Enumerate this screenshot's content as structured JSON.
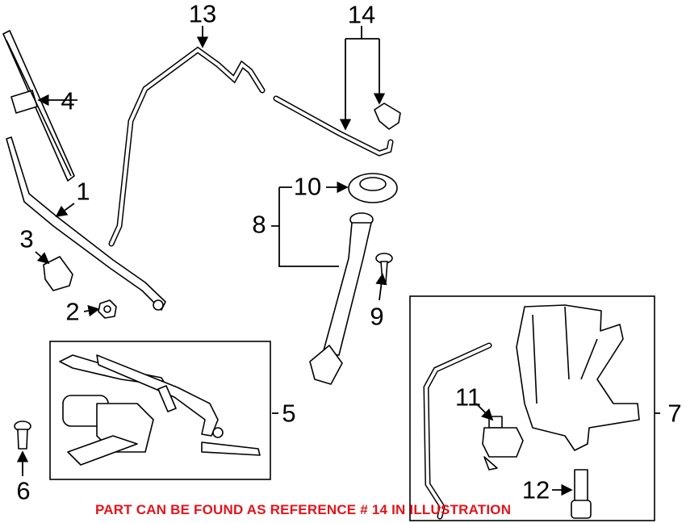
{
  "diagram": {
    "title": "Windshield wiper and washer system parts diagram",
    "callouts": [
      {
        "id": "1",
        "label": "1"
      },
      {
        "id": "2",
        "label": "2"
      },
      {
        "id": "3",
        "label": "3"
      },
      {
        "id": "4",
        "label": "4"
      },
      {
        "id": "5",
        "label": "5"
      },
      {
        "id": "6",
        "label": "6"
      },
      {
        "id": "7",
        "label": "7"
      },
      {
        "id": "8",
        "label": "8"
      },
      {
        "id": "9",
        "label": "9"
      },
      {
        "id": "10",
        "label": "10"
      },
      {
        "id": "11",
        "label": "11"
      },
      {
        "id": "12",
        "label": "12"
      },
      {
        "id": "13",
        "label": "13"
      },
      {
        "id": "14",
        "label": "14"
      }
    ],
    "note": "PART CAN BE FOUND AS REFERENCE # 14 IN ILLUSTRATION",
    "note_color": "#e3141b"
  }
}
